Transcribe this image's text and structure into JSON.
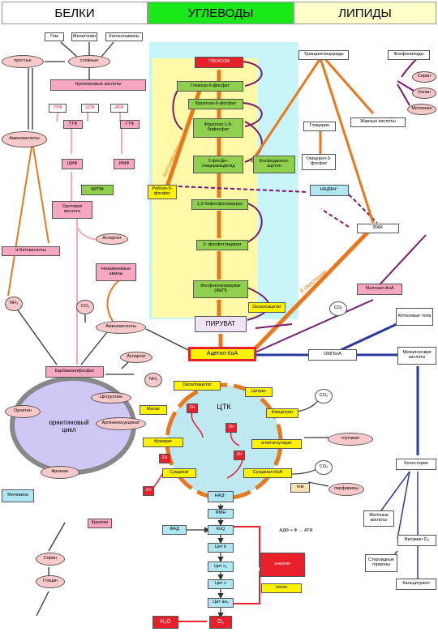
{
  "headers": {
    "proteins": "БЕЛКИ",
    "carbs": "УГЛЕВОДЫ",
    "lipids": "ЛИПИДЫ"
  },
  "colors": {
    "carbs_header": "#19e819",
    "carbs_zone": "#fff9a8",
    "glycolysis_zone": "#c7f4f6",
    "tca": "#bfe9f0",
    "urea": "#cfc8f4",
    "lipid_header": "#ffffc8"
  },
  "proteins": {
    "gem": "Гем",
    "melatonin": "Мелатонин",
    "catecholamines": "Катехоламины",
    "simple": "простые",
    "complex": "сложные",
    "nucleotides": "Нуклеиновые кислоты",
    "utp": "УТФ",
    "ctp": "ЦТФ",
    "atp": "АТФ",
    "gtp": "ГТФ",
    "ttp": "ТТФ",
    "amino_acids": "Аминокислоты",
    "cmp": "ЦМФ",
    "imp": "ИМФ",
    "prpp": "ФРПФ",
    "orotic": "Оротовая кислота",
    "aspartate": "Аспартат",
    "keto": "α-Кетокислоты",
    "essential": "Незаменимые амины",
    "amino_acids2": "Аминокислоты",
    "nh3": "NH₃",
    "co2": "CO₂",
    "carbamoyl": "Карбамоилфосфат",
    "aspartate2": "Аспартат",
    "nh3b": "NH₃",
    "ornithine": "Орнитин",
    "citrulline": "Цитруллин",
    "argsuccinate": "Аргининосукцинат",
    "urea_cycle": "орнитиновый цикл",
    "arginine": "Аргинин",
    "urea": "Мочевина",
    "creatine": "Креатин",
    "serine": "Серин",
    "glycine": "Глицин"
  },
  "carbs": {
    "glucose": "ГЛЮКОЗА",
    "g6p": "Глюкозо-6-фосфат",
    "f6p": "Фруктозо-6-фосфат",
    "f16bp": "Фруктозо-1,6-бифосфат",
    "gap": "3-фосфо-глицеральдегид",
    "dhap": "Фосфодиокси-ацетон",
    "ribose5p": "Рибозо-5-фосфат",
    "pentose": "пентозофосфатный путь",
    "bpg13": "1,3-бифосфоглицерат",
    "pg3": "3- фосфоглицерат",
    "pep": "Фосфоенолпируват (ФЕП)",
    "oxaloacetate": "Оксалоацетат",
    "pyruvate": "ПИРУВАТ",
    "acetyl_coa": "Ацетил-КоА",
    "oxaloacetate2": "Оксалоацетат",
    "citrate": "Цитрат",
    "malate": "Малат",
    "isocitrate": "Изоцитрат",
    "fumarate": "Фумарат",
    "alpha_kg": "α-кетоглутарат",
    "glutamate": "глутамат",
    "succinate": "Сукцинат",
    "succinyl_coa": "Сукцинил-КоА",
    "heme": "гем",
    "porphyrins": "порфирины",
    "tca": "ЦТК",
    "nad": "НАД⁺",
    "fmn": "ФМН",
    "fad": "ФАД",
    "koq": "КоQ",
    "cyt_b": "Цит b",
    "cyt_c1": "Цит c₁",
    "cyt_c": "Цит c",
    "cyt_aa3": "Цит аа₃",
    "h2o": "H₂O",
    "o2": "O₂",
    "adp_eq": "АДФ + Ф → АТФ",
    "energy": "энергия",
    "heat": "тепло",
    "eh": [
      "2Н",
      "2Н",
      "2Н",
      "2Н",
      "2Н"
    ]
  },
  "lipids": {
    "triacylglycerols": "Триацилглицериды",
    "phospholipids": "Фосфолипиды",
    "serine": "Серин",
    "choline": "Холин",
    "methionine": "Метионин",
    "fatty_acids": "Жирные кислоты",
    "glycerol": "Глицерин",
    "glycerol3p": "Глицерол-3-фосфат",
    "nadph": "НАДФН⁺",
    "vzhk": "ВЖК",
    "beta_ox": "β-окисление",
    "malonyl": "Малонил-КоА",
    "co2": "CO₂",
    "ketone": "Кетоновые тела",
    "hmg": "ОМГКоА",
    "mevalonic": "Мевалоновая кислота",
    "cholesterol": "Холестерин",
    "co2b": "CO₂",
    "co2c": "CO₂",
    "bile": "Желчные кислоты",
    "vitd": "Витамин D₃",
    "steroids": "Стероидные гормоны",
    "calcitriol": "Кальцитриол"
  }
}
